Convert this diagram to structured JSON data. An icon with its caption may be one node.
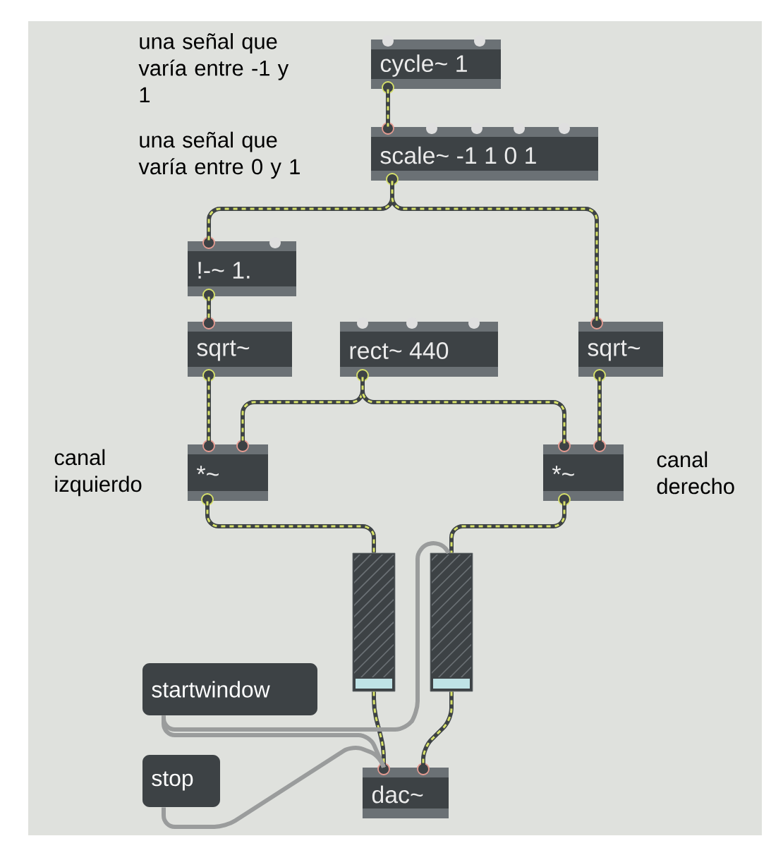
{
  "diagram": {
    "nodes": [
      {
        "text": [
          "cycle~ 1"
        ],
        "beside": [
          "una señal que varía entre -1 y 1"
        ]
      },
      {
        "text": [
          "scale~ -1 1 0 1"
        ],
        "beside": [
          "una señal que varía entre 0 y 1"
        ]
      },
      {
        "text": [
          "!-~ 1."
        ]
      },
      {
        "text": [
          "sqrt~"
        ]
      },
      {
        "text": [
          "rect~ 440"
        ]
      },
      {
        "text": [
          "sqrt~"
        ]
      },
      {
        "text": [
          "*~"
        ],
        "beside": [
          "canal izquierdo"
        ]
      },
      {
        "text": [
          "*~"
        ],
        "beside": [
          "canal derecho"
        ]
      },
      {
        "text": [],
        "shape": "bar"
      },
      {
        "text": [],
        "shape": "bar"
      },
      {
        "text": [
          "startwindow"
        ]
      },
      {
        "text": [
          "stop"
        ]
      },
      {
        "text": [
          "dac~"
        ]
      }
    ],
    "edges": [
      {
        "from": 0,
        "to": 1,
        "arrow": "none"
      },
      {
        "from": 1,
        "to": 2,
        "arrow": "none"
      },
      {
        "from": 1,
        "to": 5,
        "arrow": "none"
      },
      {
        "from": 2,
        "to": 3,
        "arrow": "none"
      },
      {
        "from": 3,
        "to": 6,
        "arrow": "none"
      },
      {
        "from": 4,
        "to": 6,
        "arrow": "none"
      },
      {
        "from": 4,
        "to": 7,
        "arrow": "none"
      },
      {
        "from": 5,
        "to": 7,
        "arrow": "none"
      },
      {
        "from": 6,
        "to": 8,
        "arrow": "none"
      },
      {
        "from": 7,
        "to": 9,
        "arrow": "none"
      },
      {
        "from": 8,
        "to": 12,
        "arrow": "none"
      },
      {
        "from": 9,
        "to": 12,
        "arrow": "none"
      },
      {
        "from": 10,
        "to": 12,
        "arrow": "none",
        "color": "#9a9c9c"
      },
      {
        "from": 10,
        "to": 9,
        "arrow": "none",
        "color": "#9a9c9c"
      },
      {
        "from": 11,
        "to": 12,
        "arrow": "none",
        "color": "#9a9c9c"
      }
    ]
  }
}
